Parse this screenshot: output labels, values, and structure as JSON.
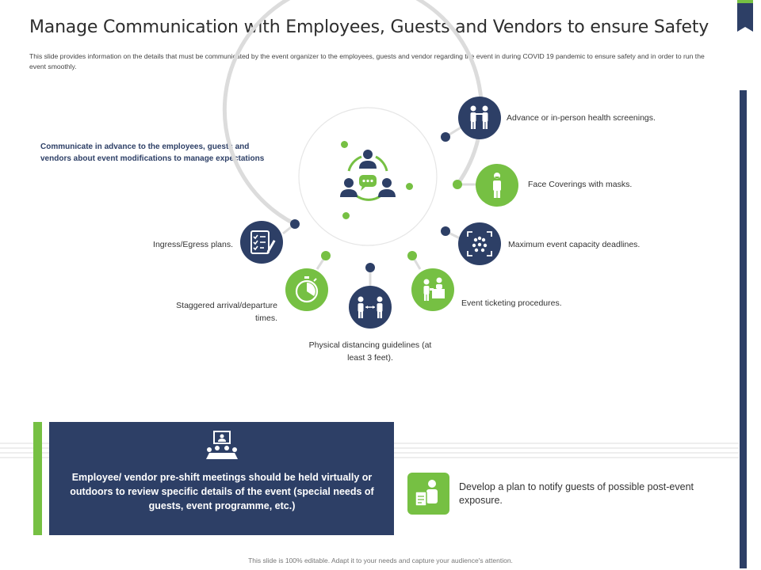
{
  "header": {
    "title": "Manage Communication with Employees, Guests and Vendors to ensure Safety",
    "subtitle": "This slide provides information on the details that must be communicated by the event organizer to the employees, guests and vendor regarding the event in during COVID 19 pandemic to ensure safety and in order to run the event smoothly."
  },
  "intro": {
    "text": "Communicate in advance to the employees, guests and vendors about event modifications to manage expectations"
  },
  "steps": [
    {
      "label": "Advance or in-person health screenings.",
      "icon": "health-screening-icon"
    },
    {
      "label": "Face Coverings with masks.",
      "icon": "mask-person-icon"
    },
    {
      "label": "Maximum event capacity deadlines.",
      "icon": "crowd-capacity-icon"
    },
    {
      "label": "Event ticketing procedures.",
      "icon": "ticket-counter-icon"
    },
    {
      "label": "Physical distancing guidelines (at least 3 feet).",
      "icon": "distancing-icon"
    },
    {
      "label": "Staggered arrival/departure times.",
      "icon": "stopwatch-icon"
    },
    {
      "label": "Ingress/Egress plans.",
      "icon": "checklist-icon"
    }
  ],
  "bottom": {
    "meeting_text": "Employee/ vendor pre-shift meetings should be held virtually or outdoors to review specific details of the event (special needs of guests, event programme, etc.)",
    "notify_text": "Develop a plan to notify guests of possible post-event exposure."
  },
  "footer": {
    "text": "This slide is 100% editable. Adapt it to your needs and capture your audience's attention."
  },
  "colors": {
    "navy": "#2d3f66",
    "green": "#76c043",
    "arc_gray": "#dcdcdc"
  },
  "icons": {
    "center": "team-communication-icon",
    "meeting": "virtual-meeting-icon",
    "notify": "notification-person-icon"
  }
}
